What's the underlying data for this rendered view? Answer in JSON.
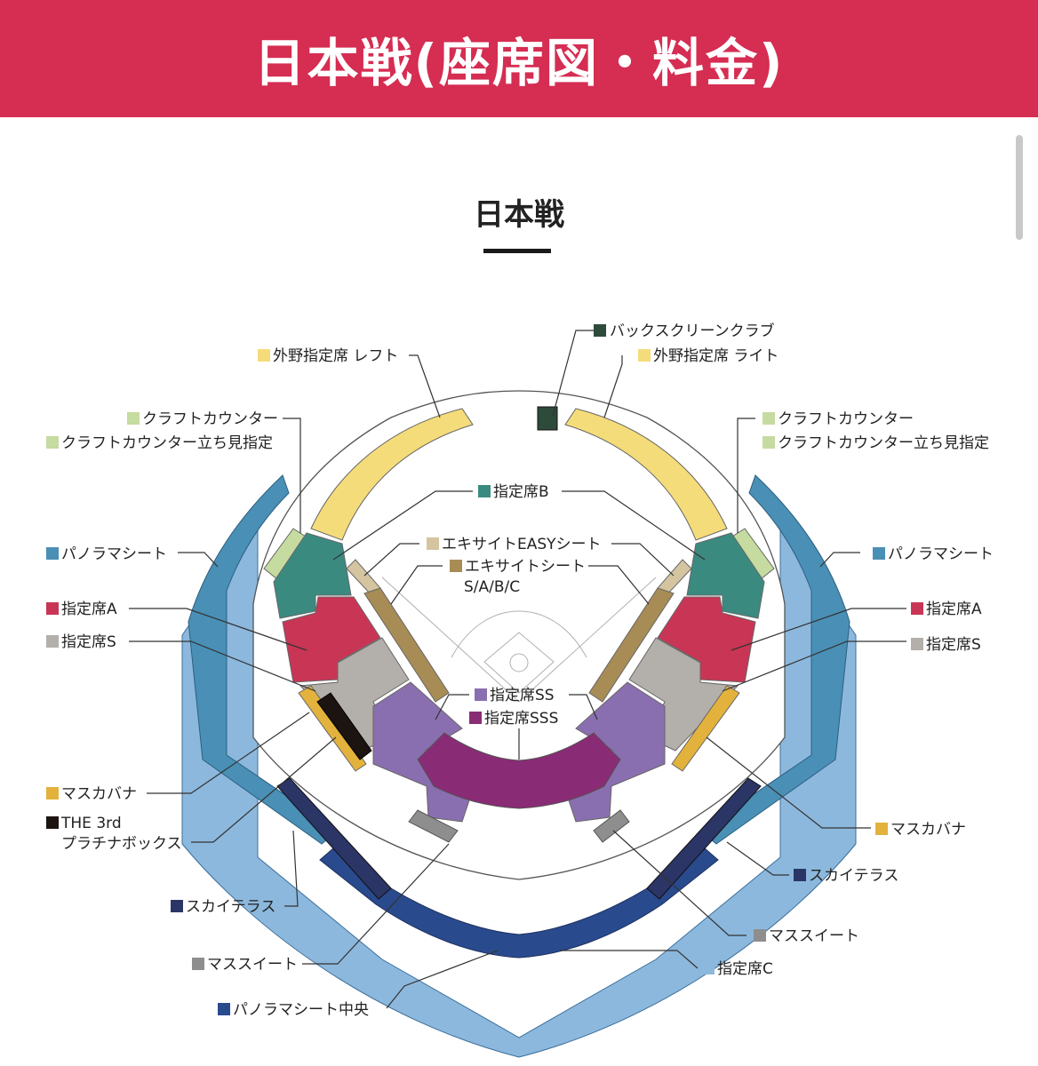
{
  "header": {
    "title": "日本戦(座席図・料金)"
  },
  "section": {
    "title": "日本戦"
  },
  "colors": {
    "header": "#d62d52",
    "outfield": "#f5dc7a",
    "backscreen": "#2e4a3a",
    "craft": "#c5dba0",
    "seat_b": "#3b8a80",
    "easy": "#d4c4a0",
    "excite": "#a88c55",
    "seat_a": "#c93555",
    "seat_s": "#b3afaa",
    "seat_ss": "#8a6fb0",
    "seat_sss": "#8a2b75",
    "masukabana": "#e3b23c",
    "the3rd": "#1c1410",
    "panorama": "#4a8fb5",
    "panorama_center": "#2a4a8e",
    "seat_c": "#8db8dd",
    "sky_terrace": "#2b3566",
    "mass_suite": "#8e8e8e"
  },
  "labels": {
    "backscreen": "バックスクリーンクラブ",
    "outfield_left": "外野指定席 レフト",
    "outfield_right": "外野指定席 ライト",
    "craft_left": "クラフトカウンター",
    "craft_standing_left": "クラフトカウンター立ち見指定",
    "craft_right": "クラフトカウンター",
    "craft_standing_right": "クラフトカウンター立ち見指定",
    "seat_b": "指定席B",
    "easy": "エキサイトEASYシート",
    "excite": "エキサイトシート",
    "excite_sub": "S/A/B/C",
    "panorama_left": "パノラマシート",
    "panorama_right": "パノラマシート",
    "seat_a_left": "指定席A",
    "seat_a_right": "指定席A",
    "seat_s_left": "指定席S",
    "seat_s_right": "指定席S",
    "seat_ss": "指定席SS",
    "seat_sss": "指定席SSS",
    "masukabana_left": "マスカバナ",
    "masukabana_right": "マスカバナ",
    "the3rd": "THE 3rd",
    "the3rd_sub": "プラチナボックス",
    "sky_terrace_left": "スカイテラス",
    "sky_terrace_right": "スカイテラス",
    "mass_suite_left": "マススイート",
    "mass_suite_right": "マススイート",
    "panorama_center": "パノラマシート中央",
    "seat_c": "指定席C"
  }
}
